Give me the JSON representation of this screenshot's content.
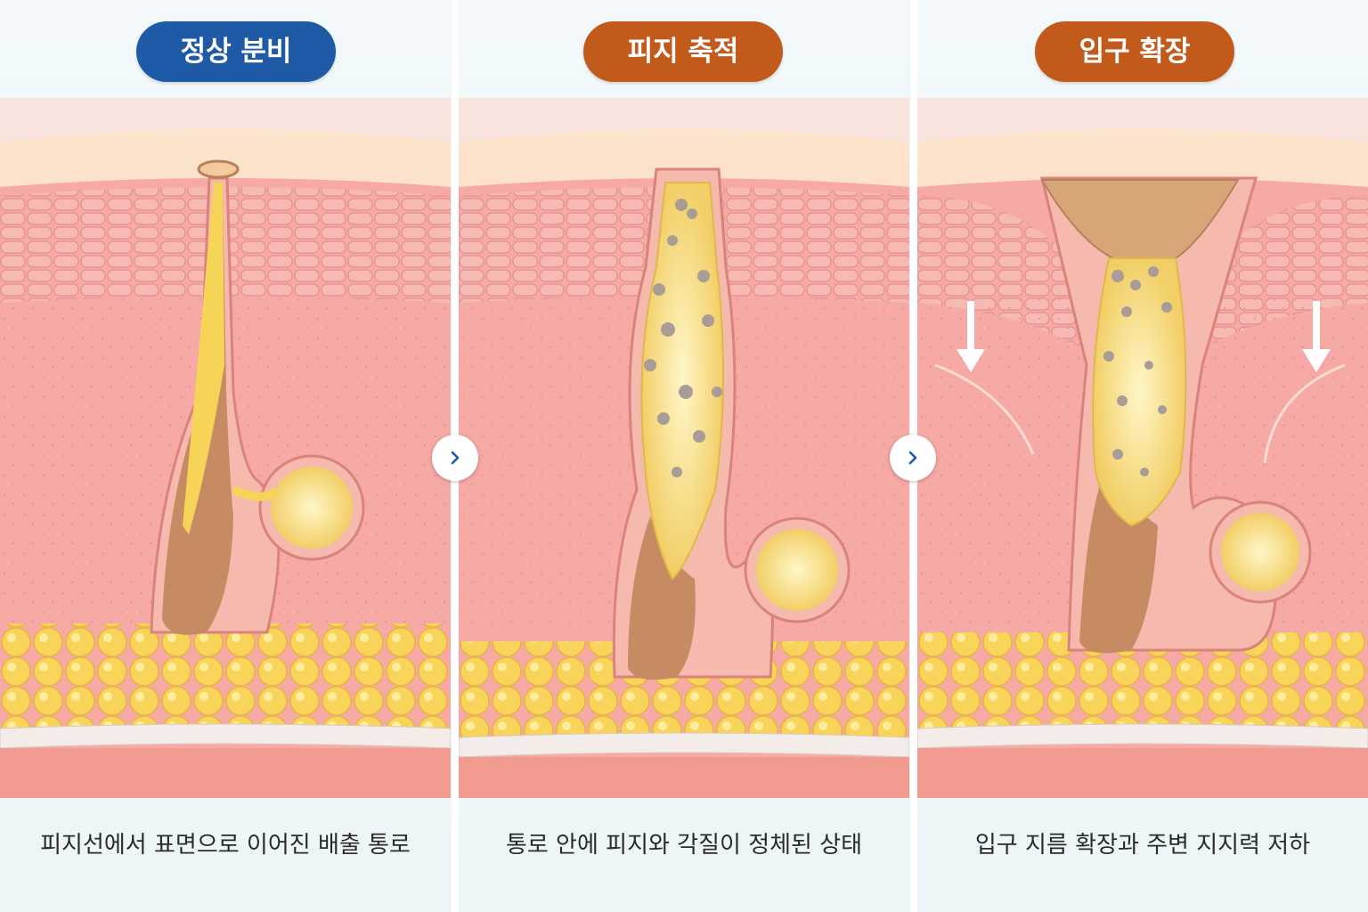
{
  "stages": [
    {
      "label": "정상 분비",
      "caption": "피지선에서 표면으로 이어진 배출 통로",
      "color": "#1f5aa6"
    },
    {
      "label": "피지 축적",
      "caption": "통로 안에 피지와 각질이 정체된 상태",
      "color": "#c25a1c"
    },
    {
      "label": "입구 확장",
      "caption": "입구 지름 확장과 주변 지지력 저하",
      "color": "#c25a1c"
    }
  ],
  "icons": {
    "nav": "chevron-right-icon",
    "arrow": "arrow-down-icon"
  },
  "colors": {
    "skin": "#f7a9a5",
    "fat": "#f8d45a",
    "accent": "#c25a1c",
    "primary": "#1f5aa6"
  }
}
